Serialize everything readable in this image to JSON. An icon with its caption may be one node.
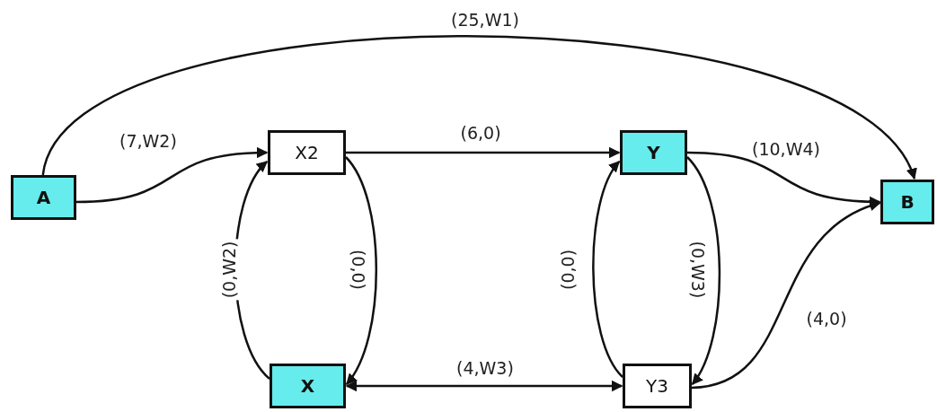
{
  "diagram": {
    "nodes": [
      {
        "text": [
          "A"
        ]
      },
      {
        "text": [
          "X2"
        ]
      },
      {
        "text": [
          "Y"
        ]
      },
      {
        "text": [
          "B"
        ]
      },
      {
        "text": [
          "X"
        ]
      },
      {
        "text": [
          "Y3"
        ]
      }
    ],
    "edges": [
      {
        "from": 0,
        "to": 3,
        "arrow": "to",
        "label": "(25,W1)"
      },
      {
        "from": 0,
        "to": 1,
        "arrow": "to",
        "label": "(7,W2)"
      },
      {
        "from": 1,
        "to": 2,
        "arrow": "to",
        "label": "(6,0)"
      },
      {
        "from": 2,
        "to": 3,
        "arrow": "to",
        "label": "(10,W4)"
      },
      {
        "from": 4,
        "to": 1,
        "arrow": "to",
        "label": "(0,W2)"
      },
      {
        "from": 1,
        "to": 4,
        "arrow": "to",
        "label": "(0,0)"
      },
      {
        "from": 4,
        "to": 5,
        "arrow": "both",
        "label": "(4,W3)"
      },
      {
        "from": 5,
        "to": 2,
        "arrow": "to",
        "label": "(0,0)"
      },
      {
        "from": 2,
        "to": 5,
        "arrow": "to",
        "label": "(0,W3)"
      },
      {
        "from": 5,
        "to": 3,
        "arrow": "to",
        "label": "(4,0)"
      }
    ]
  }
}
